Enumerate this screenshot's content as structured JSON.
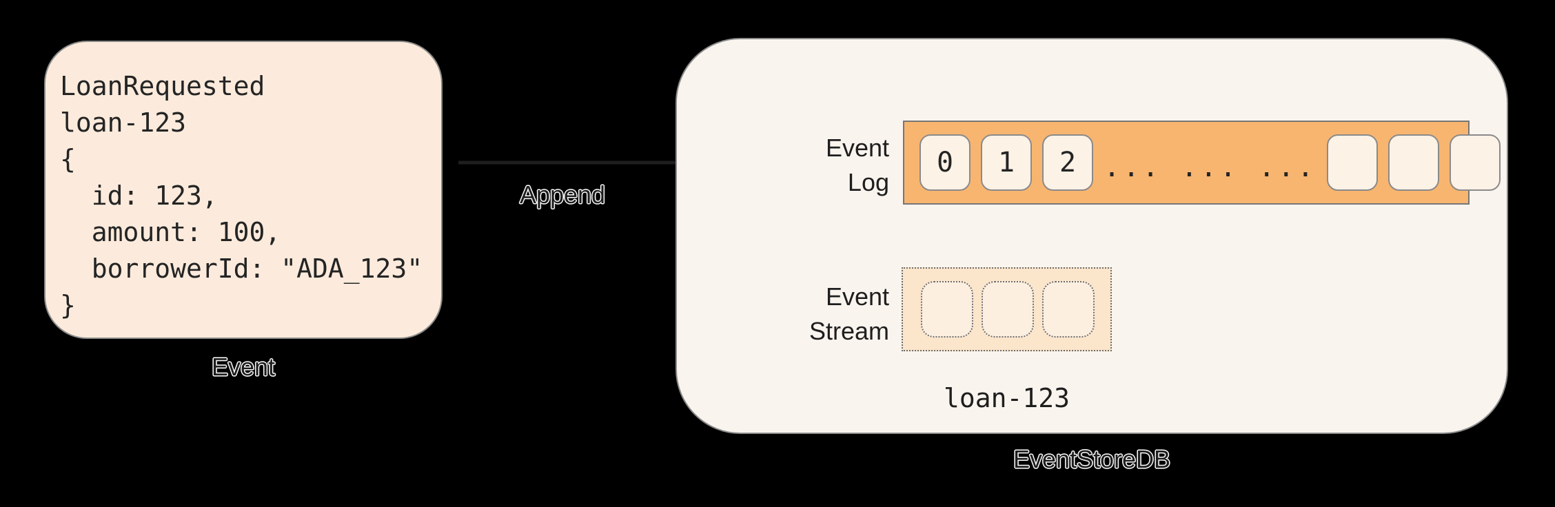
{
  "event_card": {
    "code_lines": [
      "LoanRequested",
      "loan-123",
      "{",
      "  id: 123,",
      "  amount: 100,",
      "  borrowerId: \"ADA_123\"",
      "}"
    ],
    "label": "Event"
  },
  "append": {
    "label": "Append"
  },
  "eventstore": {
    "label": "EventStoreDB",
    "event_log": {
      "label_line1": "Event",
      "label_line2": "Log",
      "filled_cells": [
        "0",
        "1",
        "2"
      ],
      "ellipsis": "... ... ...",
      "empty_cell_count": 3
    },
    "event_stream": {
      "label_line1": "Event",
      "label_line2": "Stream",
      "empty_cell_count": 3,
      "stream_name": "loan-123"
    }
  },
  "colors": {
    "canvas_background": "#000000",
    "event_card_fill": "#fcebdc",
    "store_box_fill": "#f9f4ee",
    "log_bar_fill": "#f8b570",
    "log_cell_fill": "#fdf2e6",
    "stream_box_fill": "#fbe5cb",
    "stream_cell_fill": "#fcefe0",
    "border_gray": "#8a8a8a",
    "arrow_color": "#1e1e1e",
    "text_color": "#1e1e1e"
  }
}
